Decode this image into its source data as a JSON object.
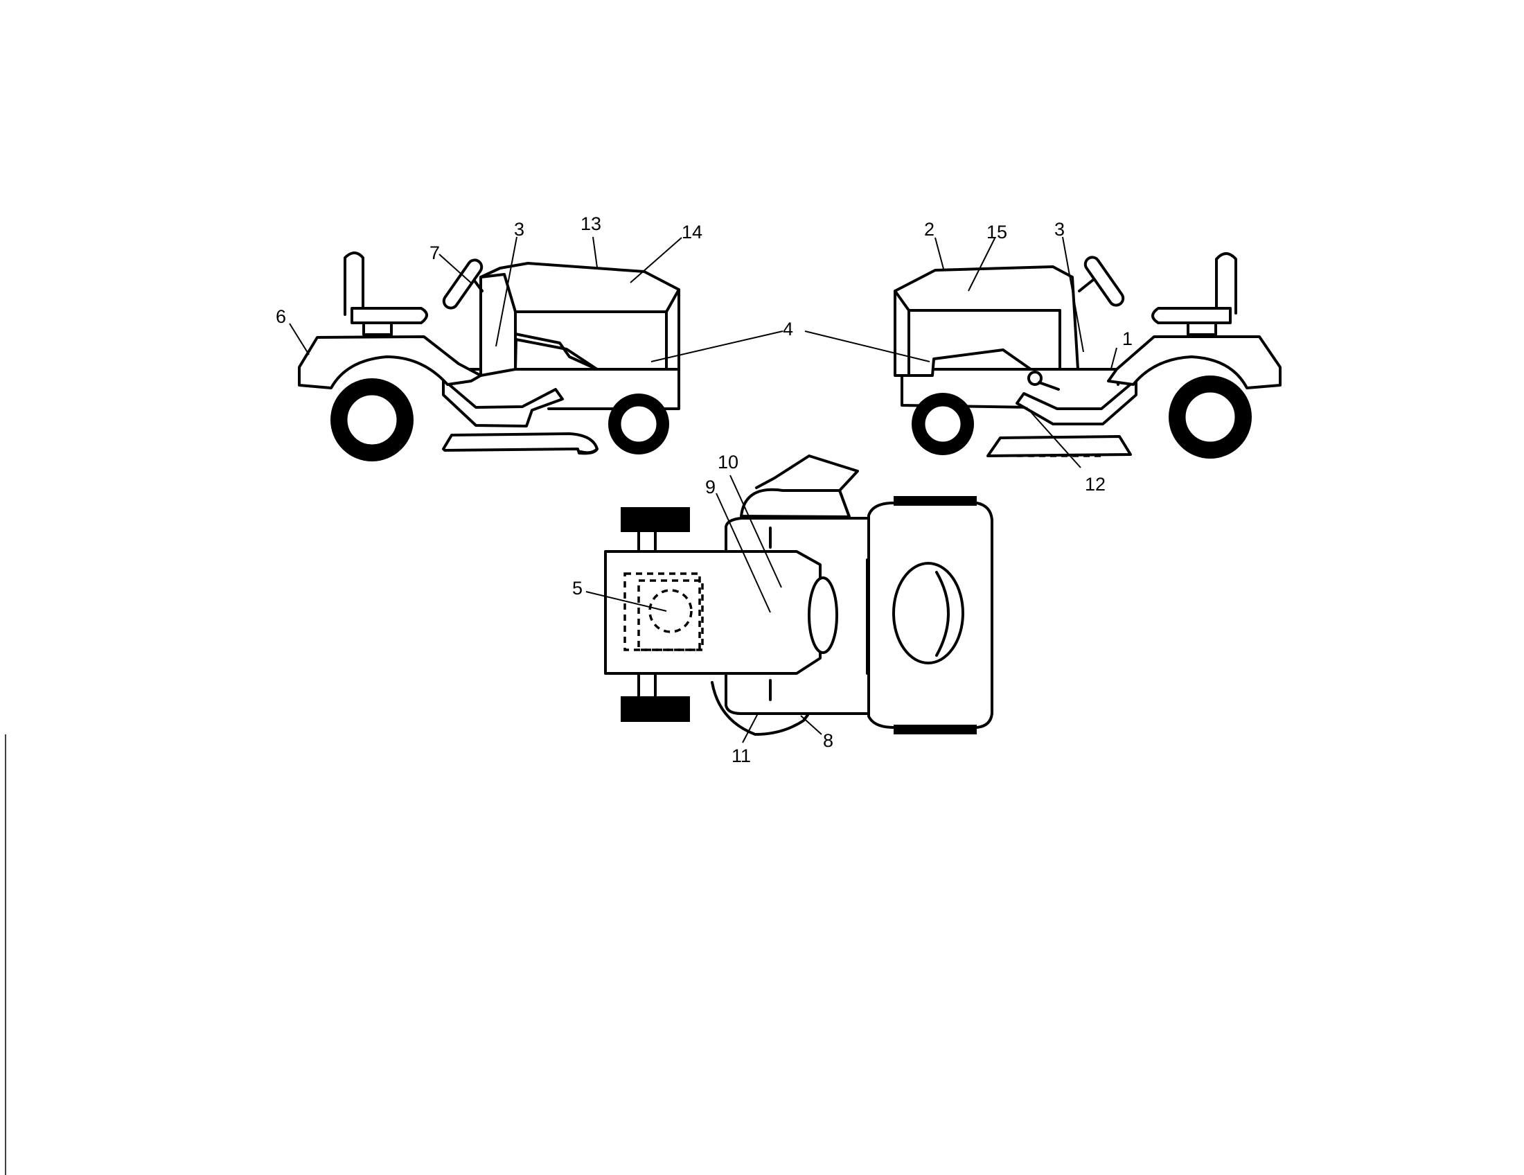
{
  "diagram": {
    "callouts": {
      "c1": "1",
      "c2": "2",
      "c3_left": "3",
      "c3_right": "3",
      "c4": "4",
      "c5": "5",
      "c6": "6",
      "c7": "7",
      "c8": "8",
      "c9": "9",
      "c10": "10",
      "c11": "11",
      "c12": "12",
      "c13": "13",
      "c14": "14",
      "c15": "15"
    }
  }
}
